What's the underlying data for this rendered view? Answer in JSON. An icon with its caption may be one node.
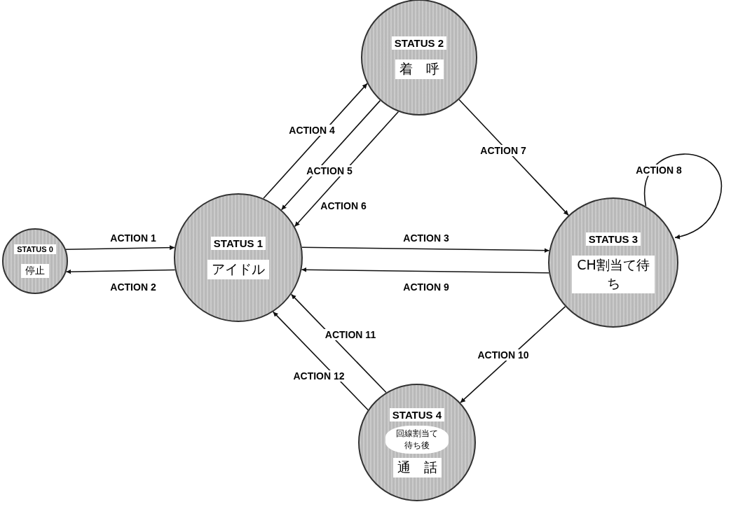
{
  "diagram": {
    "nodes": [
      {
        "text": [
          "STATUS 0",
          "停止"
        ]
      },
      {
        "text": [
          "STATUS 1",
          "アイドル"
        ]
      },
      {
        "text": [
          "STATUS 2",
          "着　呼"
        ]
      },
      {
        "text": [
          "STATUS 3",
          "CH割当て待ち"
        ]
      },
      {
        "text": [
          "STATUS 4",
          "回線割当て待ち後",
          "通　話"
        ]
      }
    ],
    "edges": [
      {
        "from": 0,
        "to": 1,
        "arrow": "to",
        "label": "ACTION 1"
      },
      {
        "from": 1,
        "to": 0,
        "arrow": "to",
        "label": "ACTION 2"
      },
      {
        "from": 1,
        "to": 3,
        "arrow": "to",
        "label": "ACTION 3"
      },
      {
        "from": 1,
        "to": 2,
        "arrow": "to",
        "label": "ACTION 4"
      },
      {
        "from": 2,
        "to": 1,
        "arrow": "to",
        "label": "ACTION 5"
      },
      {
        "from": 2,
        "to": 1,
        "arrow": "to",
        "label": "ACTION 6"
      },
      {
        "from": 2,
        "to": 3,
        "arrow": "to",
        "label": "ACTION 7"
      },
      {
        "from": 3,
        "to": 3,
        "arrow": "to",
        "label": "ACTION 8"
      },
      {
        "from": 3,
        "to": 1,
        "arrow": "to",
        "label": "ACTION 9"
      },
      {
        "from": 3,
        "to": 4,
        "arrow": "to",
        "label": "ACTION 10"
      },
      {
        "from": 4,
        "to": 1,
        "arrow": "to",
        "label": "ACTION 11"
      },
      {
        "from": 4,
        "to": 1,
        "arrow": "to",
        "label": "ACTION 12"
      }
    ]
  }
}
